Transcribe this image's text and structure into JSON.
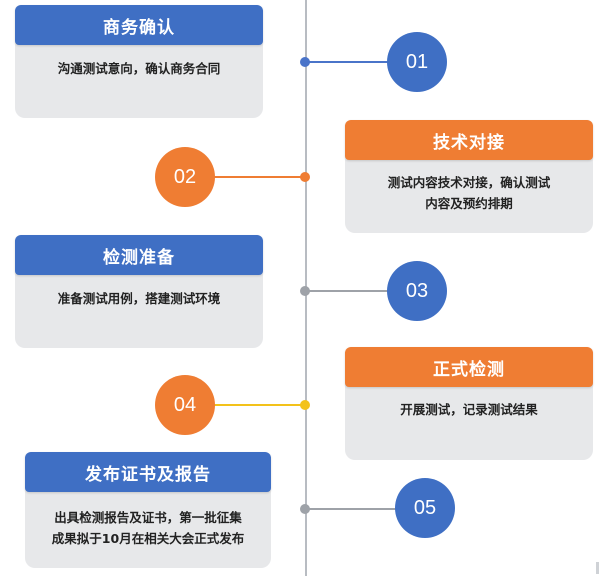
{
  "colors": {
    "blue": "#3f6fc4",
    "orange": "#ef7d33",
    "card_bg": "#e7e8ea",
    "axis": "#b8bcc2",
    "connector_blue": "#4a74c9",
    "connector_orange": "#ef7d33",
    "connector_gray": "#9ea2a8",
    "connector_yellow": "#f3c21a"
  },
  "steps": [
    {
      "number": "01",
      "title": "商务确认",
      "body": [
        "沟通测试意向，确认商务合同"
      ]
    },
    {
      "number": "02",
      "title": "技术对接",
      "body": [
        "测试内容技术对接，确认测试",
        "内容及预约排期"
      ]
    },
    {
      "number": "03",
      "title": "检测准备",
      "body": [
        "准备测试用例，搭建测试环境"
      ]
    },
    {
      "number": "04",
      "title": "正式检测",
      "body": [
        "开展测试，记录测试结果"
      ]
    },
    {
      "number": "05",
      "title": "发布证书及报告",
      "body": [
        "出具检测报告及证书，第一批征集",
        "成果拟于10月在相关大会正式发布"
      ]
    }
  ]
}
